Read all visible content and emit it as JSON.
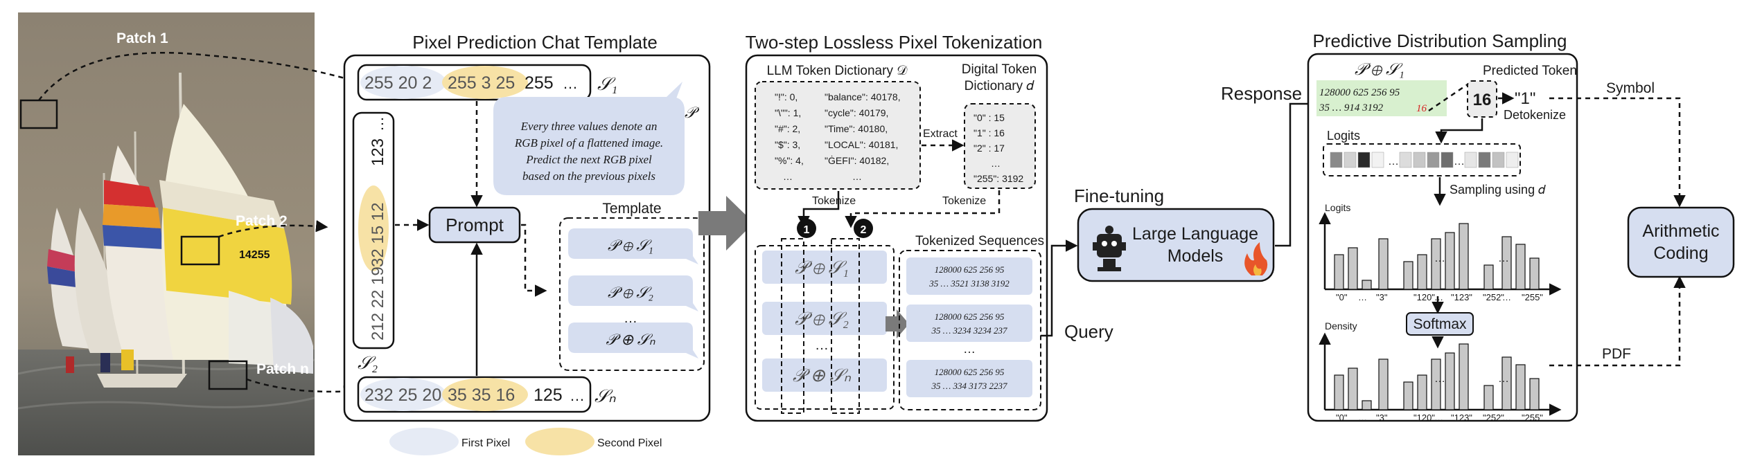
{
  "photo": {
    "patch_1": "Patch 1",
    "patch_2": "Patch 2",
    "patch_n": "Patch n",
    "sail_number": "14255"
  },
  "chat_template": {
    "title": "Pixel Prediction Chat Template",
    "seq1": {
      "first": "255 20 2",
      "second": "255 3 25",
      "next": "255",
      "ellipsis": "…",
      "label": "𝒮₁"
    },
    "vertical_seq": {
      "first": "212 22 19",
      "second": "32 15 12",
      "next": "123",
      "ellipsis": "…",
      "label": "𝒮₂"
    },
    "seqn": {
      "first": "232 25 20",
      "second": "35 35 16",
      "next": "125",
      "ellipsis": "…",
      "label": "𝒮ₙ"
    },
    "prompt_label": "Prompt",
    "prompt_symbol": "𝒫",
    "prompt_text": [
      "Every three values denote an",
      "RGB pixel of a flattened image.",
      "Predict the next RGB pixel",
      "based on the previous pixels"
    ],
    "template_title": "Template",
    "templates": [
      "𝒫 ⊕ 𝒮₁",
      "𝒫 ⊕ 𝒮₂",
      "…",
      "𝒫 ⊕ 𝒮ₙ"
    ],
    "legend": {
      "first": "First Pixel",
      "second": "Second Pixel"
    }
  },
  "tokenization": {
    "title": "Two-step Lossless Pixel Tokenization",
    "llm_dict_title": "LLM Token Dictionary 𝒟",
    "llm_dict_left": [
      "\"!\": 0,",
      "\"\\\"\": 1,",
      "\"#\": 2,",
      "\"$\": 3,",
      "\"%\": 4,",
      "…"
    ],
    "llm_dict_right": [
      "\"balance\": 40178,",
      "\"cycle\": 40179,",
      "\"Time\": 40180,",
      "\"LOCAL\": 40181,",
      "\"ĠEFI\": 40182,",
      "…"
    ],
    "extract": "Extract",
    "digital_dict_title": [
      "Digital Token",
      "Dictionary 𝑑"
    ],
    "digital_dict": [
      "\"0\" : 15",
      "\"1\" : 16",
      "\"2\" : 17",
      "…",
      "\"255\": 3192"
    ],
    "tokenize_1": "Tokenize",
    "tokenize_2": "Tokenize",
    "step_1": "1",
    "step_2": "2",
    "rows": [
      "𝒫 ⊕ 𝒮₁",
      "𝒫 ⊕ 𝒮₂",
      "…",
      "𝒫 ⊕ 𝒮ₙ"
    ],
    "tokenized_title": "Tokenized Sequences",
    "tokenized": [
      [
        "128000 625 256 95",
        "35 … 3521 3138 3192"
      ],
      [
        "128000 625 256 95",
        "35 … 3234 3234 237"
      ],
      [
        "128000 625 256 95",
        "35 … 334 3173 2237"
      ]
    ],
    "tokenized_ellipsis": "…"
  },
  "finetune": {
    "title": "Fine-tuning",
    "model_line1": "Large Language",
    "model_line2": "Models",
    "query": "Query",
    "response": "Response"
  },
  "sampling": {
    "title": "Predictive Distribution Sampling",
    "ps_label": "𝒫 ⊕ 𝒮₁",
    "resp_line1": "128000 625 256 95",
    "resp_line2a": "35 … 914 3192",
    "resp_line2b": "16",
    "predicted_title": "Predicted Token",
    "predicted_value": "16",
    "symbol_value": "\"1\"",
    "detokenize": "Detokenize",
    "symbol_label": "Symbol",
    "logits_title": "Logits",
    "sampling_label": "Sampling using 𝑑",
    "chart1_ylabel": "Logits",
    "chart2_ylabel": "Density",
    "softmax": "Softmax",
    "pdf": "PDF",
    "ticks": [
      "\"0\"",
      "…",
      "\"3\"",
      "\"120\"",
      "…",
      "\"123\"",
      "\"252\"",
      "…",
      "\"255\""
    ],
    "chart_ellipsis": "…",
    "logit_cells": [
      "#8a8a8a",
      "#d2d2d2",
      "#2a2a2a",
      "#f2f2f2",
      "#dcdcdc",
      "#c8c8c8",
      "#9a9a9a",
      "#6e6e6e",
      "#e6e6e6",
      "#7a7a7a",
      "#c2c2c2",
      "#eeeeee"
    ],
    "bar_values": [
      0.5,
      0.6,
      0.13,
      0.73,
      0.4,
      0.5,
      0.73,
      0.82,
      0.95,
      0.35,
      0.76,
      0.65,
      0.45
    ],
    "bar_fill": "#c8c8c8"
  },
  "coding": {
    "line1": "Arithmetic",
    "line2": "Coding"
  },
  "colors": {
    "blue_fill": "#d6def0",
    "first_pixel": "#e6ebf5",
    "second_pixel": "#f7e2a6",
    "flame": "#e8552a",
    "arrow_gray": "#7a7a7a",
    "highlight_green": "#d8f0cf",
    "red_digit": "#d62020"
  }
}
